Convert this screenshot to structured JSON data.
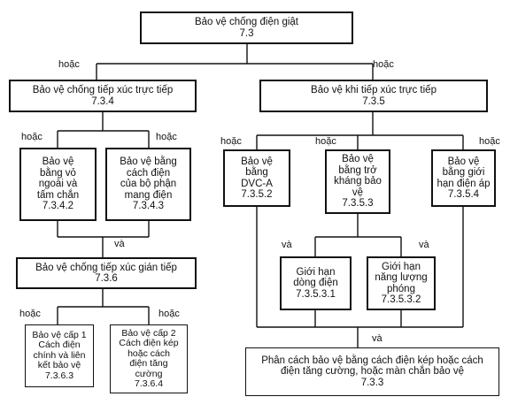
{
  "boxes": {
    "root": {
      "title": "Bảo vệ chống điện giật",
      "code": "7.3"
    },
    "direct": {
      "title": "Bảo vệ chống tiếp xúc trực tiếp",
      "code": "7.3.4"
    },
    "indirect_when": {
      "title": "Bảo vệ khi tiếp xúc trực tiếp",
      "code": "7.3.5"
    },
    "cover": {
      "lines": [
        "Bảo vệ",
        "bằng vỏ",
        "ngoài và",
        "tấm chắn"
      ],
      "code": "7.3.4.2"
    },
    "insulation": {
      "lines": [
        "Bảo vệ bằng",
        "cách điện",
        "của bộ phận",
        "mang điện"
      ],
      "code": "7.3.4.3"
    },
    "dvca": {
      "lines": [
        "Bảo vệ",
        "bằng",
        "DVC-A"
      ],
      "code": "7.3.5.2"
    },
    "impedance": {
      "lines": [
        "Bảo vệ",
        "bằng trở",
        "kháng bảo",
        "vệ"
      ],
      "code": "7.3.5.3"
    },
    "voltage_limit": {
      "lines": [
        "Bảo vệ",
        "bằng giới",
        "hạn điện áp"
      ],
      "code": "7.3.5.4"
    },
    "indirect": {
      "title": "Bảo vệ chống tiếp xúc gián tiếp",
      "code": "7.3.6"
    },
    "current_limit": {
      "lines": [
        "Giới hạn",
        "dòng điện"
      ],
      "code": "7.3.5.3.1"
    },
    "energy_limit": {
      "lines": [
        "Giới hạn",
        "năng lượng",
        "phóng"
      ],
      "code": "7.3.5.3.2"
    },
    "level1": {
      "lines": [
        "Bảo vệ cấp 1",
        "Cách điện",
        "chính và liên",
        "kết bảo vệ"
      ],
      "code": "7.3.6.3"
    },
    "level2": {
      "lines": [
        "Bảo vệ cấp 2",
        "Cách điện kép",
        "hoặc cách",
        "điện tăng",
        "cường"
      ],
      "code": "7.3.6.4"
    },
    "separation": {
      "lines": [
        "Phân cách bảo vệ bằng cách điện kép hoặc cách",
        "điện tăng cường, hoặc màn chắn bảo vệ"
      ],
      "code": "7.3.3"
    }
  },
  "connectors": {
    "or": "hoặc",
    "and": "và"
  }
}
